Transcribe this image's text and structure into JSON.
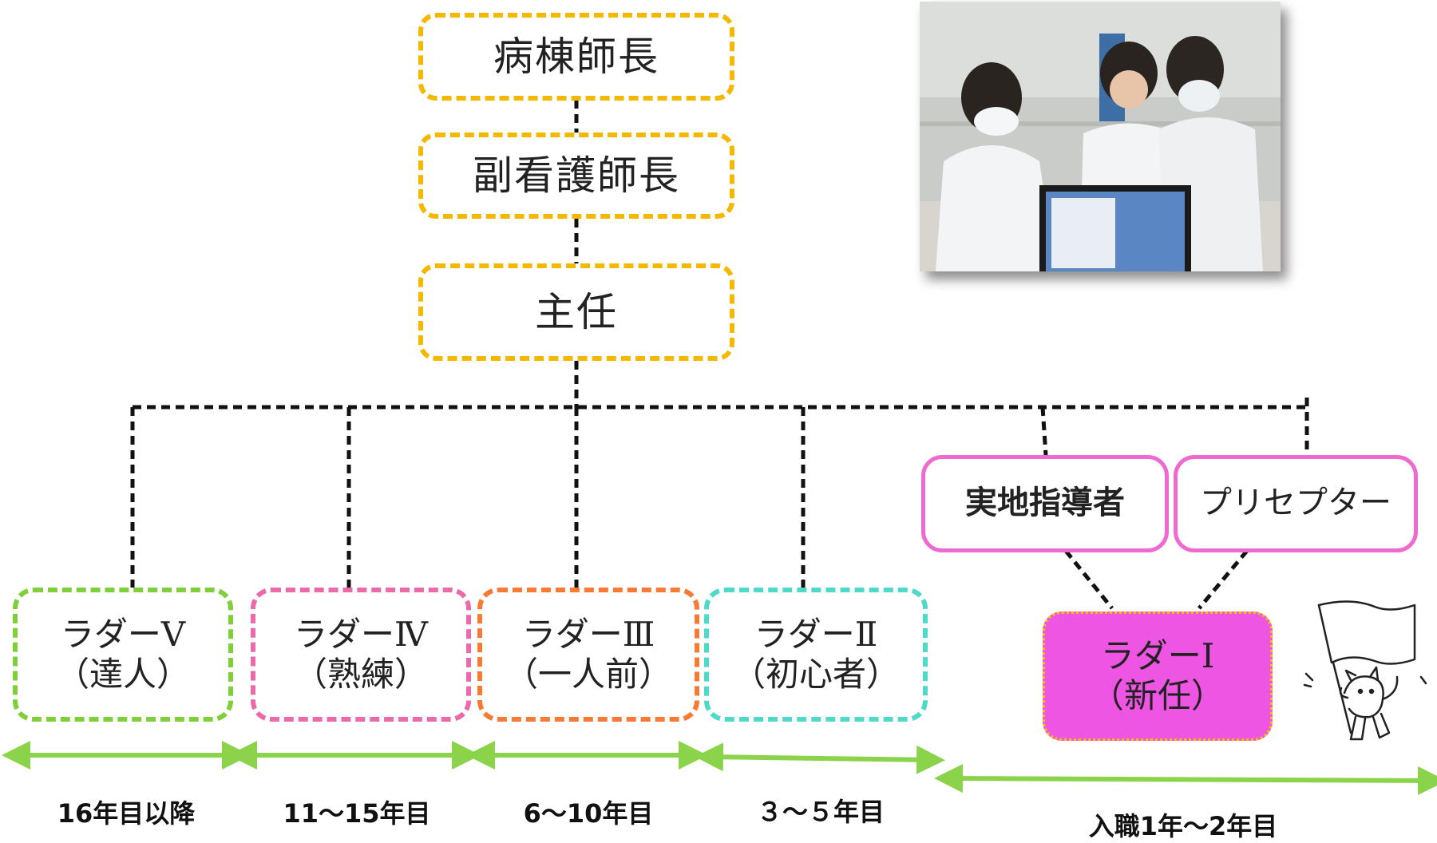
{
  "top": {
    "head_nurse": "病棟師長",
    "deputy_nurse": "副看護師長",
    "chief": "主任"
  },
  "support": {
    "practical_instructor": "実地指導者",
    "preceptor": "プリセプター"
  },
  "ladders": [
    {
      "level": "ラダーⅤ",
      "role": "（達人）",
      "period": "16年目以降"
    },
    {
      "level": "ラダーⅣ",
      "role": "（熟練）",
      "period": "11～15年目"
    },
    {
      "level": "ラダーⅢ",
      "role": "（一人前）",
      "period": "6～10年目"
    },
    {
      "level": "ラダーⅡ",
      "role": "（初心者）",
      "period": "３～５年目"
    },
    {
      "level": "ラダーⅠ",
      "role": "（新任）",
      "period": "入職1年～2年目"
    }
  ],
  "colors": {
    "top_border": "#f5b800",
    "green": "#7fcf3a",
    "pink": "#ec6aa9",
    "orange": "#f77b35",
    "teal": "#4fd9c9",
    "magenta": "#ee6ad0",
    "magenta_fill": "#ee55e2",
    "arrow": "#8bd34a"
  },
  "icons": {
    "photo": "nurses-at-station-photo",
    "mascot": "dog-with-flag-illustration"
  }
}
